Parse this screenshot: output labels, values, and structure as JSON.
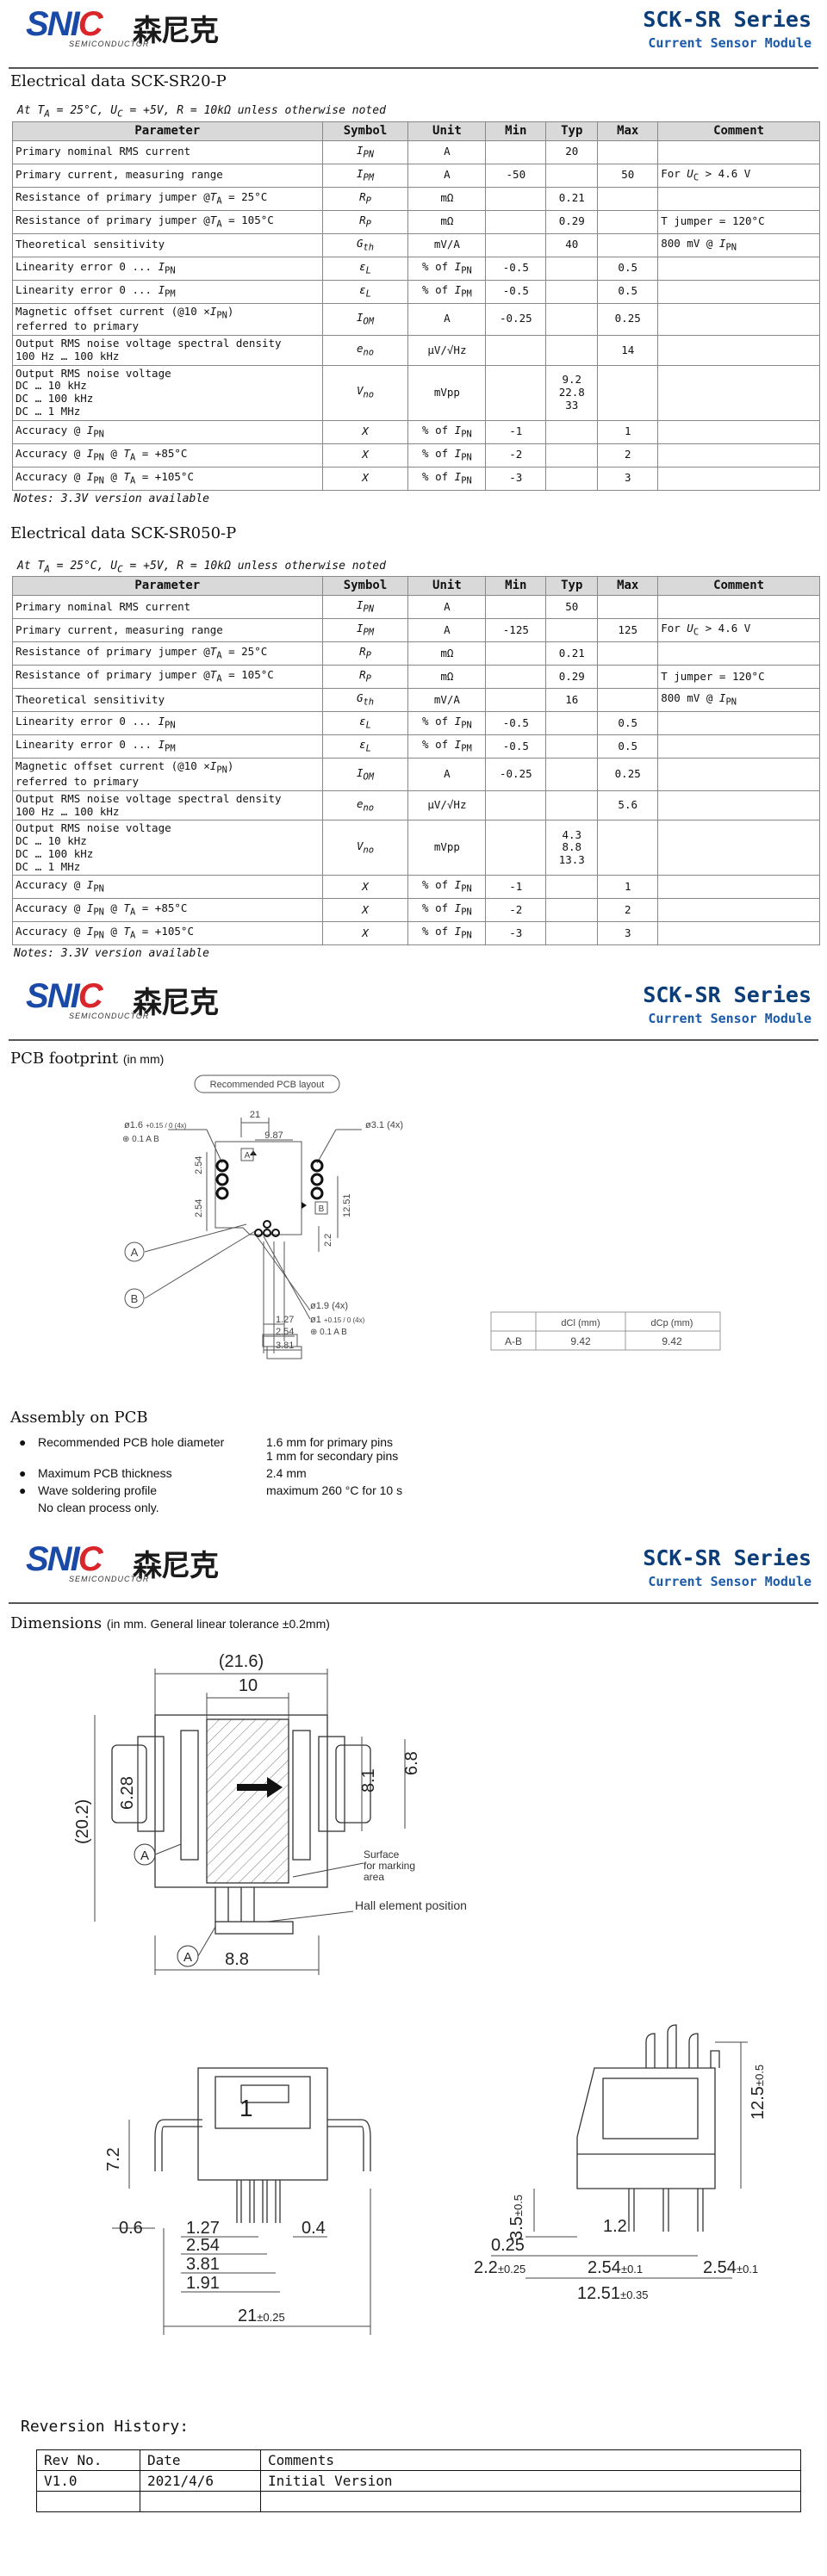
{
  "header": {
    "logo_text": "SNIC",
    "logo_cn": "森尼克",
    "logo_sub": "SEMICONDUCTOR",
    "series_title": "SCK-SR Series",
    "series_subtitle": "Current Sensor Module"
  },
  "colors": {
    "brand_blue": "#1a4aa8",
    "brand_red": "#d9262b",
    "title_blue": "#0b3d78"
  },
  "tables": [
    {
      "title": "Electrical data SCK-SR20-P",
      "condition": "At Tₐ = 25°C, Uᴄ = +5V, R = 10kΩ unless otherwise noted",
      "headers": [
        "Parameter",
        "Symbol",
        "Unit",
        "Min",
        "Typ",
        "Max",
        "Comment"
      ],
      "rows": [
        [
          "Primary nominal RMS current",
          "IPN",
          "A",
          "",
          "20",
          "",
          ""
        ],
        [
          "Primary current, measuring range",
          "IPM",
          "A",
          "-50",
          "",
          "50",
          "For UC > 4.6 V"
        ],
        [
          "Resistance of primary jumper @TA = 25°C",
          "RP",
          "mΩ",
          "",
          "0.21",
          "",
          ""
        ],
        [
          "Resistance of primary jumper @TA = 105°C",
          "RP",
          "mΩ",
          "",
          "0.29",
          "",
          "T jumper = 120°C"
        ],
        [
          "Theoretical sensitivity",
          "Gth",
          "mV/A",
          "",
          "40",
          "",
          "800 mV @ IPN"
        ],
        [
          "Linearity error 0 ... IPN",
          "εL",
          "% of IPN",
          "-0.5",
          "",
          "0.5",
          ""
        ],
        [
          "Linearity error 0 ... IPM",
          "εL",
          "% of IPM",
          "-0.5",
          "",
          "0.5",
          ""
        ],
        [
          "Magnetic offset current (@10 ×IPN)\nreferred to primary",
          "IOM",
          "A",
          "-0.25",
          "",
          "0.25",
          ""
        ],
        [
          "Output RMS noise voltage spectral density\n100 Hz … 100 kHz",
          "eno",
          "μV/√Hz",
          "",
          "",
          "14",
          ""
        ],
        [
          "Output RMS noise voltage\nDC … 10 kHz\nDC … 100 kHz\nDC … 1 MHz",
          "Vno",
          "mVpp",
          "",
          "9.2\n22.8\n33",
          "",
          ""
        ],
        [
          "Accuracy @ IPN",
          "X",
          "% of IPN",
          "-1",
          "",
          "1",
          ""
        ],
        [
          "Accuracy @ IPN @ TA = +85°C",
          "X",
          "% of IPN",
          "-2",
          "",
          "2",
          ""
        ],
        [
          "Accuracy @ IPN @ TA = +105°C",
          "X",
          "% of IPN",
          "-3",
          "",
          "3",
          ""
        ]
      ],
      "notes": "Notes: 3.3V version available"
    },
    {
      "title": "Electrical data SCK-SR050-P",
      "condition": "At Tₐ = 25°C, Uᴄ = +5V, R = 10kΩ unless otherwise noted",
      "headers": [
        "Parameter",
        "Symbol",
        "Unit",
        "Min",
        "Typ",
        "Max",
        "Comment"
      ],
      "rows": [
        [
          "Primary nominal RMS current",
          "IPN",
          "A",
          "",
          "50",
          "",
          ""
        ],
        [
          "Primary current, measuring range",
          "IPM",
          "A",
          "-125",
          "",
          "125",
          "For UC > 4.6 V"
        ],
        [
          "Resistance of primary jumper @TA = 25°C",
          "RP",
          "mΩ",
          "",
          "0.21",
          "",
          ""
        ],
        [
          "Resistance of primary jumper @TA = 105°C",
          "RP",
          "mΩ",
          "",
          "0.29",
          "",
          "T jumper = 120°C"
        ],
        [
          "Theoretical sensitivity",
          "Gth",
          "mV/A",
          "",
          "16",
          "",
          "800 mV @ IPN"
        ],
        [
          "Linearity error 0 ... IPN",
          "εL",
          "% of IPN",
          "-0.5",
          "",
          "0.5",
          ""
        ],
        [
          "Linearity error 0 ... IPM",
          "εL",
          "% of IPM",
          "-0.5",
          "",
          "0.5",
          ""
        ],
        [
          "Magnetic offset current (@10 ×IPN)\nreferred to primary",
          "IOM",
          "A",
          "-0.25",
          "",
          "0.25",
          ""
        ],
        [
          "Output RMS noise voltage spectral density\n100 Hz … 100 kHz",
          "eno",
          "μV/√Hz",
          "",
          "",
          "5.6",
          ""
        ],
        [
          "Output RMS noise voltage\nDC … 10 kHz\nDC … 100 kHz\nDC … 1 MHz",
          "Vno",
          "mVpp",
          "",
          "4.3\n8.8\n13.3",
          "",
          ""
        ],
        [
          "Accuracy @ IPN",
          "X",
          "% of IPN",
          "-1",
          "",
          "1",
          ""
        ],
        [
          "Accuracy @ IPN @ TA = +85°C",
          "X",
          "% of IPN",
          "-2",
          "",
          "2",
          ""
        ],
        [
          "Accuracy @ IPN @ TA = +105°C",
          "X",
          "% of IPN",
          "-3",
          "",
          "3",
          ""
        ]
      ],
      "notes": "Notes: 3.3V version available"
    }
  ],
  "pcb": {
    "title": "PCB footprint",
    "unit_note": "(in mm)",
    "layout_label": "Recommended PCB layout",
    "labels": {
      "hole_primary": "ø1.6",
      "hole_primary_tol": "+0.15 / 0 (4x)",
      "hole_secondary": "ø1",
      "hole_secondary_tol": "+0.15 / 0 (4x)",
      "pad_large": "ø3.1 (4x)",
      "pad_small": "ø1.9 (4x)",
      "tol_frame": "⊕ 0.1 A B",
      "d21": "21",
      "d987": "9.87",
      "d254a": "2.54",
      "d254b": "2.54",
      "d1251": "12.51",
      "d22": "2.2",
      "d127": "1.27",
      "d254c": "2.54",
      "d381": "3.81",
      "ref_a": "A",
      "ref_b": "B"
    },
    "dtable": {
      "h_dcl": "dCl (mm)",
      "h_dcp": "dCp (mm)",
      "row_label": "A-B",
      "dcl": "9.42",
      "dcp": "9.42"
    }
  },
  "assembly": {
    "title": "Assembly on PCB",
    "items": [
      {
        "bullet": "●",
        "key": "Recommended PCB hole diameter",
        "value": "1.6 mm for primary pins",
        "value2": "1 mm for secondary pins"
      },
      {
        "bullet": "●",
        "key": "Maximum PCB thickness",
        "value": "2.4 mm",
        "value2": ""
      },
      {
        "bullet": "●",
        "key": "Wave soldering profile",
        "value": "maximum 260 °C for 10 s",
        "value2": ""
      }
    ],
    "extra": "No clean process only."
  },
  "dimensions": {
    "title": "Dimensions",
    "note": "(in mm. General linear tolerance ±0.2mm)",
    "top": {
      "d216": "(21.6)",
      "d10": "10",
      "d68": "6.8",
      "d81": "8.1",
      "d628": "6.28",
      "d202": "(20.2)",
      "d88": "8.8",
      "surface": "Surface\nfor marking\narea",
      "hall": "Hall element position",
      "ref_a": "A"
    },
    "front": {
      "d72": "7.2",
      "d06": "0.6",
      "d127": "1.27",
      "d04": "0.4",
      "d254": "2.54",
      "d381": "3.81",
      "d191": "1.91",
      "d21": "21",
      "d21_tol": "±0.25",
      "mark": "1"
    },
    "side": {
      "d125": "12.5",
      "d125_tol": "±0.5",
      "d35": "3.5",
      "d35_tol": "±0.5",
      "d12": "1.2",
      "d025": "0.25",
      "d22": "2.2",
      "d22_tol": "±0.25",
      "d254a": "2.54",
      "d254a_tol": "±0.1",
      "d254b": "2.54",
      "d254b_tol": "±0.1",
      "d1251": "12.51",
      "d1251_tol": "±0.35"
    }
  },
  "revision": {
    "title": "Reversion History:",
    "headers": [
      "Rev No.",
      "Date",
      "Comments"
    ],
    "rows": [
      [
        "V1.0",
        "2021/4/6",
        "Initial Version"
      ],
      [
        "",
        "",
        ""
      ]
    ]
  }
}
